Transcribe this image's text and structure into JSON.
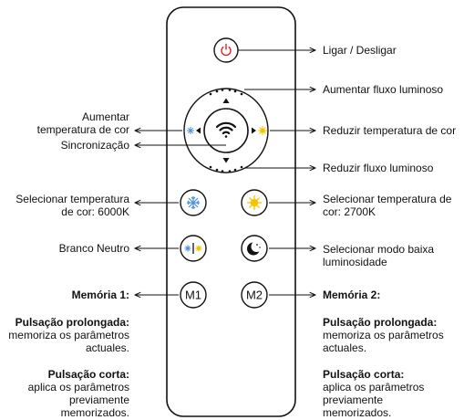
{
  "buttons": {
    "m1": "M1",
    "m2": "M2"
  },
  "labels": {
    "power": "Ligar / Desligar",
    "increase_flux": "Aumentar fluxo luminoso",
    "increase_temp_line1": "Aumentar",
    "increase_temp_line2": "temperatura de cor",
    "sync": "Sincronização",
    "reduce_temp": "Reduzir temperatura de cor",
    "reduce_flux": "Reduzir fluxo luminoso",
    "sel_6000_line1": "Selecionar temperatura",
    "sel_6000_line2": "de cor: 6000K",
    "sel_2700_line1": "Selecionar temperatura de",
    "sel_2700_line2": "cor: 2700K",
    "neutral": "Branco Neutro",
    "low_mode_line1": "Selecionar modo baixa",
    "low_mode_line2": "luminosidade",
    "mem1": "Memória 1:",
    "mem2": "Memória 2:"
  },
  "left_notes": {
    "long_title": "Pulsação prolongada:",
    "long_line1": "memoriza os parâmetros",
    "long_line2": "actuales.",
    "short_title": "Pulsação corta:",
    "short_line1": "aplica os parâmetros",
    "short_line2": "previamente",
    "short_line3": "memorizados."
  },
  "right_notes": {
    "long_title": "Pulsação prolongada:",
    "long_line1": "memoriza os parâmetros",
    "long_line2": "actuales.",
    "short_title": "Pulsação corta:",
    "short_line1": "aplica os parâmetros",
    "short_line2": "previamente",
    "short_line3": "memorizados."
  },
  "colors": {
    "outline": "#111111",
    "power_red": "#d62828",
    "snow_blue": "#4a90d9",
    "sun_yellow": "#f5c400"
  }
}
